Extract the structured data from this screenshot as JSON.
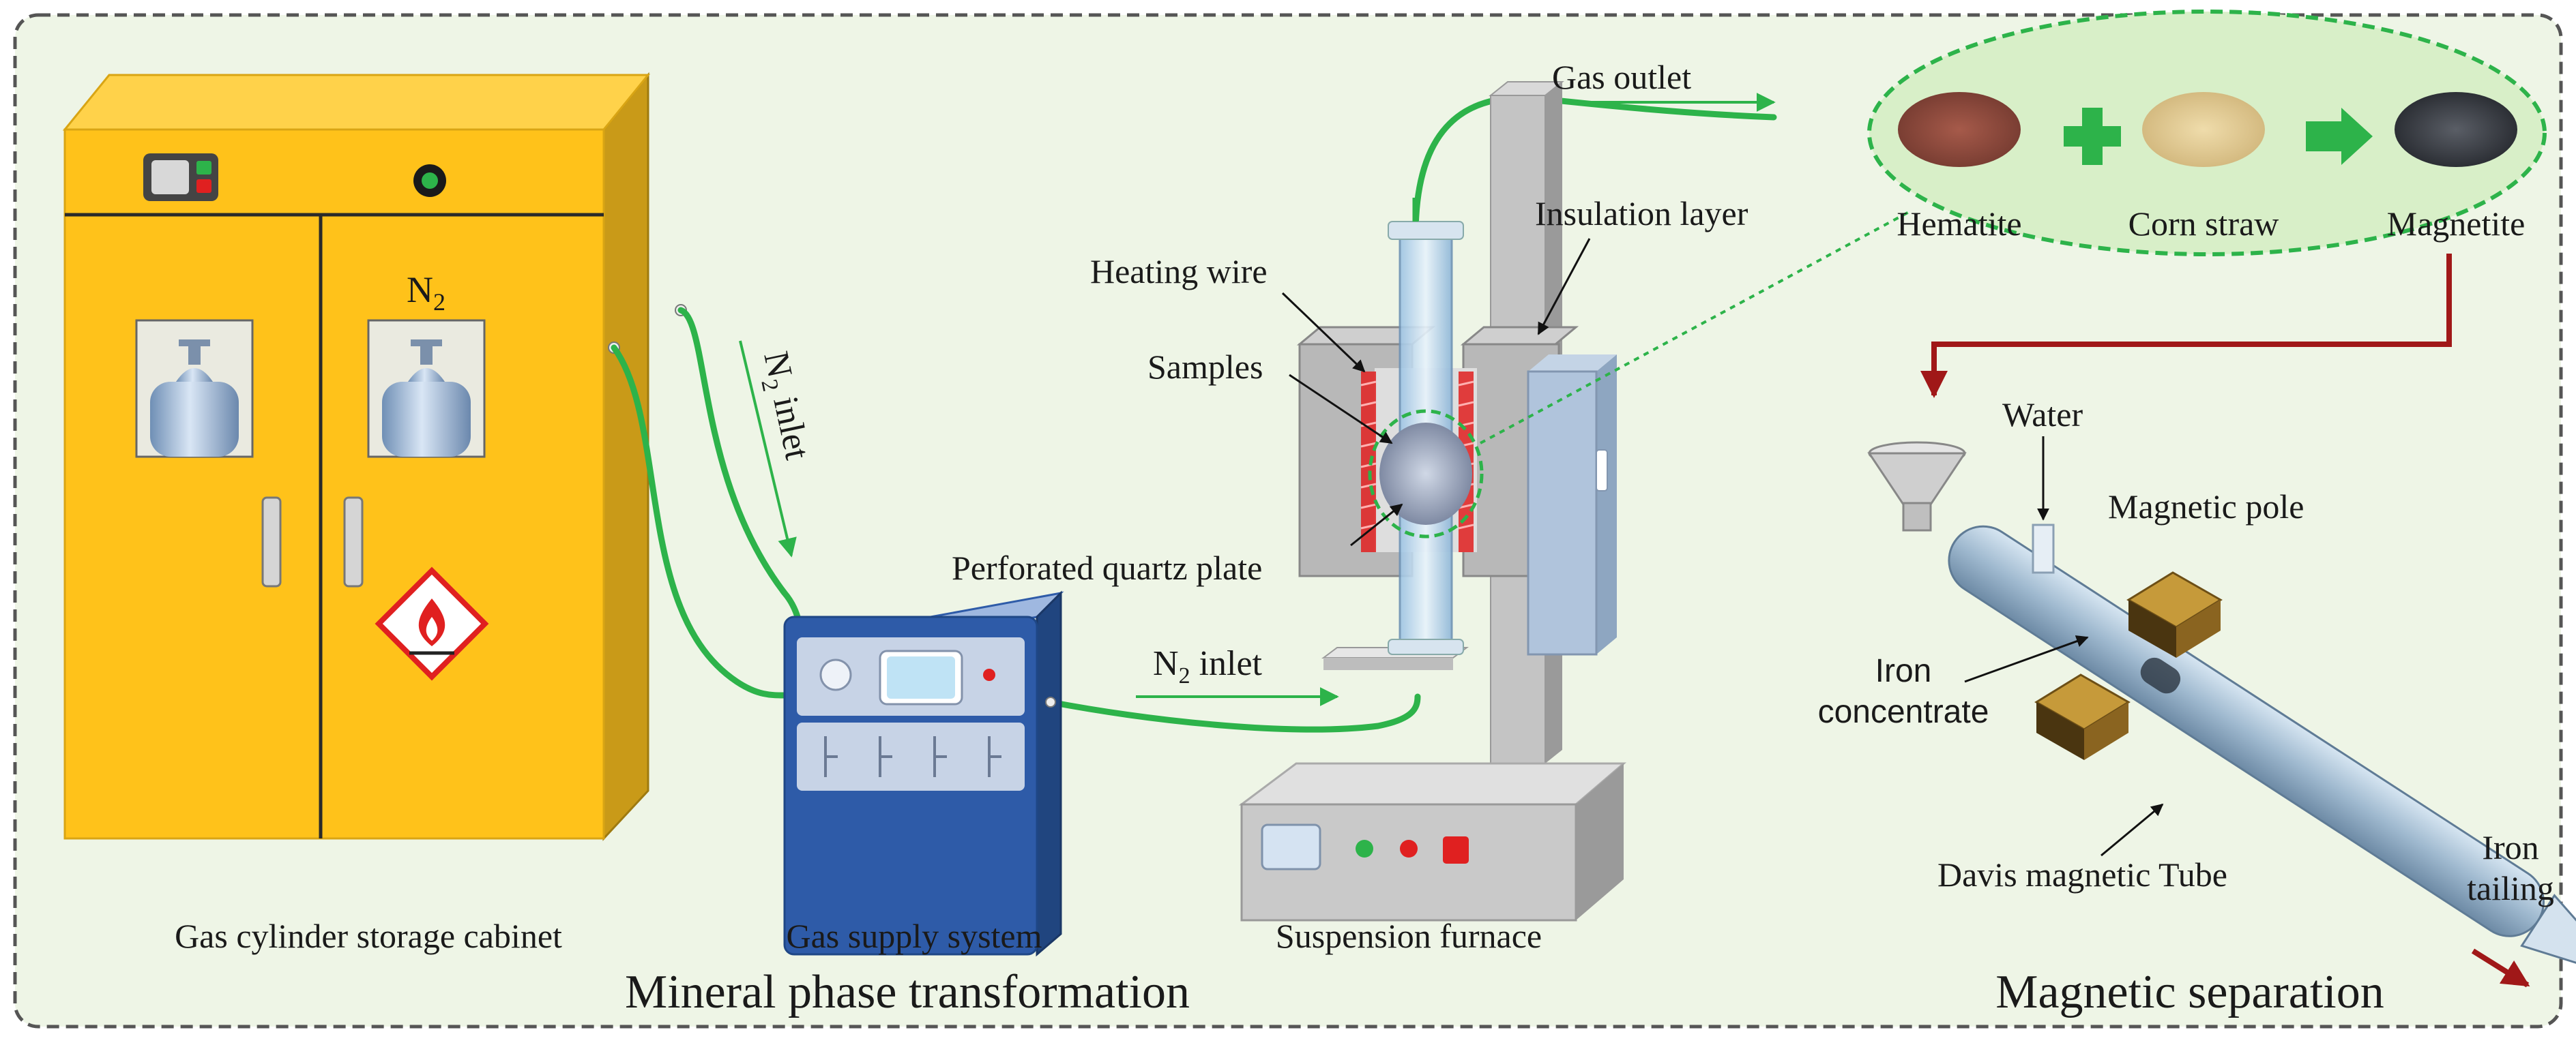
{
  "sections": {
    "left": "Mineral phase transformation",
    "right": "Magnetic separation"
  },
  "captions": {
    "cabinet": "Gas cylinder storage cabinet",
    "gas_supply": "Gas supply system",
    "furnace": "Suspension furnace"
  },
  "cabinet": {
    "gas_main": "N",
    "gas_sub": "2"
  },
  "inlets": {
    "vertical_main": "N",
    "vertical_sub": "2",
    "vertical_rest": " inlet",
    "horizontal_main": "N",
    "horizontal_sub": "2",
    "horizontal_rest": " inlet"
  },
  "furnace_labels": {
    "gas_outlet": "Gas outlet",
    "insulation_layer": "Insulation layer",
    "heating_wire": "Heating wire",
    "samples": "Samples",
    "quartz_plate": "Perforated quartz plate"
  },
  "materials": {
    "hematite": "Hematite",
    "corn_straw": "Corn straw",
    "magnetite": "Magnetite"
  },
  "separation_labels": {
    "water": "Water",
    "magnetic_pole": "Magnetic pole",
    "iron_concentrate_1": "Iron",
    "iron_concentrate_2": "concentrate",
    "davis_tube": "Davis magnetic Tube",
    "iron_tailing_1": "Iron",
    "iron_tailing_2": "tailing"
  },
  "colors": {
    "background_panel": "#eef5e6",
    "cabinet_yellow": "#ffc21a",
    "gas_line_green": "#2db34a",
    "supply_blue": "#2e5ba8",
    "furnace_gray": "#b8b8b8",
    "feed_arrow_red": "#a01818"
  }
}
